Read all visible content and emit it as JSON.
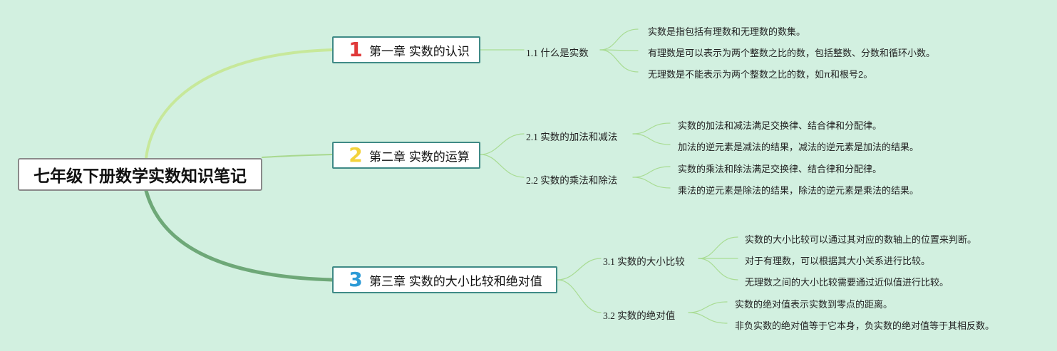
{
  "colors": {
    "background": "#d2f0e0",
    "branch1": "#c7e89a",
    "branch2": "#a8d88e",
    "branch3": "#6ea878",
    "chapter_border": "#3f8a86",
    "num1": "#e03a3a",
    "num2": "#f3d23b",
    "num3": "#2c9ad6",
    "leaf_line": "#a9dc94"
  },
  "root": {
    "title": "七年级下册数学实数知识笔记"
  },
  "chapters": [
    {
      "num": "1",
      "title": "第一章 实数的认识",
      "sections": [
        {
          "title": "1.1 什么是实数",
          "items": [
            "实数是指包括有理数和无理数的数集。",
            "有理数是可以表示为两个整数之比的数，包括整数、分数和循环小数。",
            "无理数是不能表示为两个整数之比的数，如π和根号2。"
          ]
        }
      ]
    },
    {
      "num": "2",
      "title": "第二章 实数的运算",
      "sections": [
        {
          "title": "2.1 实数的加法和减法",
          "items": [
            "实数的加法和减法满足交换律、结合律和分配律。",
            "加法的逆元素是减法的结果，减法的逆元素是加法的结果。"
          ]
        },
        {
          "title": "2.2 实数的乘法和除法",
          "items": [
            "实数的乘法和除法满足交换律、结合律和分配律。",
            "乘法的逆元素是除法的结果，除法的逆元素是乘法的结果。"
          ]
        }
      ]
    },
    {
      "num": "3",
      "title": "第三章 实数的大小比较和绝对值",
      "sections": [
        {
          "title": "3.1 实数的大小比较",
          "items": [
            "实数的大小比较可以通过其对应的数轴上的位置来判断。",
            "对于有理数，可以根据其大小关系进行比较。",
            "无理数之间的大小比较需要通过近似值进行比较。"
          ]
        },
        {
          "title": "3.2 实数的绝对值",
          "items": [
            "实数的绝对值表示实数到零点的距离。",
            "非负实数的绝对值等于它本身，负实数的绝对值等于其相反数。"
          ]
        }
      ]
    }
  ]
}
